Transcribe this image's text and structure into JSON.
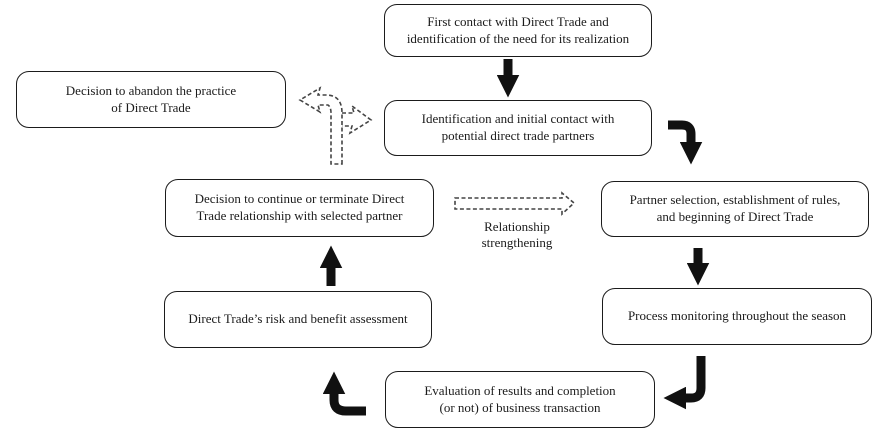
{
  "colors": {
    "background": "#ffffff",
    "box_border": "#1b1b1b",
    "text": "#1b1b1b",
    "solid_arrow": "#111111",
    "dashed_arrow": "#444444"
  },
  "boxes": [
    {
      "id": "first-contact",
      "text": "First contact with Direct Trade and\nidentification of the need for its realization"
    },
    {
      "id": "identification",
      "text": "Identification and initial contact with\npotential direct trade partners"
    },
    {
      "id": "abandon",
      "text": "Decision to abandon the practice\nof Direct Trade"
    },
    {
      "id": "continue-terminate",
      "text": "Decision to continue or terminate Direct\nTrade relationship with selected partner"
    },
    {
      "id": "partner-selection",
      "text": "Partner selection, establishment of rules,\nand beginning of Direct Trade"
    },
    {
      "id": "process-monitoring",
      "text": "Process monitoring throughout the season"
    },
    {
      "id": "risk-benefit",
      "text": "Direct Trade’s risk and benefit assessment"
    },
    {
      "id": "evaluation",
      "text": "Evaluation of results and completion\n(or not) of business transaction"
    }
  ],
  "labels": {
    "relationship": "Relationship\nstrengthening"
  },
  "connections": [
    {
      "from": "first-contact",
      "to": "identification",
      "style": "solid"
    },
    {
      "from": "identification",
      "to": "partner-selection",
      "style": "solid"
    },
    {
      "from": "partner-selection",
      "to": "process-monitoring",
      "style": "solid"
    },
    {
      "from": "process-monitoring",
      "to": "evaluation",
      "style": "solid"
    },
    {
      "from": "evaluation",
      "to": "risk-benefit",
      "style": "solid"
    },
    {
      "from": "risk-benefit",
      "to": "continue-terminate",
      "style": "solid"
    },
    {
      "from": "continue-terminate",
      "to": "abandon",
      "style": "dashed-fork"
    },
    {
      "from": "continue-terminate",
      "to": "identification",
      "style": "dashed-fork"
    },
    {
      "from": "continue-terminate",
      "to": "partner-selection",
      "style": "dashed",
      "label": "Relationship strengthening"
    }
  ]
}
